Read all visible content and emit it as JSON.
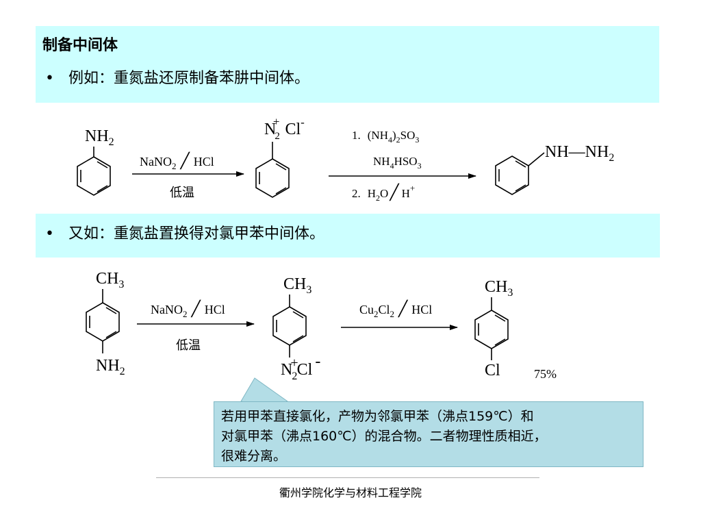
{
  "heading": "制备中间体",
  "bullet1": {
    "marker": "•",
    "text": "例如：重氮盐还原制备苯肼中间体。"
  },
  "bullet2": {
    "marker": "•",
    "text": "又如：重氮盐置换得对氯甲苯中间体。"
  },
  "scheme1": {
    "start": {
      "main": "NH",
      "sub": "2"
    },
    "step1_reagent": {
      "a": "NaNO",
      "a_sub": "2",
      "slash": "╱",
      "b": "HCl"
    },
    "step1_condition": "低温",
    "diazonium": {
      "n": "N",
      "n_sub": "2",
      "n_sup": "+",
      "cl": "Cl",
      "cl_sup": "-"
    },
    "step2": {
      "item1_num": "1.",
      "item1_a": "(NH",
      "item1_a_sub": "4",
      "item1_b": ")",
      "item1_b_sub": "2",
      "item1_c": "SO",
      "item1_c_sub": "3",
      "item1_line2_a": "NH",
      "item1_line2_a_sub": "4",
      "item1_line2_b": "HSO",
      "item1_line2_b_sub": "3",
      "item2_num": "2.",
      "item2_a": "H",
      "item2_a_sub": "2",
      "item2_b": "O",
      "item2_slash": "╱",
      "item2_c": "H",
      "item2_c_sup": "+"
    },
    "product": {
      "nh": "NH",
      "dash": "—",
      "nh2": "NH",
      "nh2_sub": "2"
    }
  },
  "scheme2": {
    "start": {
      "top": "CH",
      "top_sub": "3",
      "bottom": "NH",
      "bottom_sub": "2"
    },
    "step1_reagent": {
      "a": "NaNO",
      "a_sub": "2",
      "slash": "╱",
      "b": "HCl"
    },
    "step1_condition": "低温",
    "diazonium": {
      "top": "CH",
      "top_sub": "3",
      "n": "N",
      "n_sub": "2",
      "n_sup": "+",
      "cl": "Cl",
      "cl_sup": "-"
    },
    "step2_reagent": {
      "a": "Cu",
      "a_sub": "2",
      "b": "Cl",
      "b_sub": "2",
      "slash": "╱",
      "c": "HCl"
    },
    "product": {
      "top": "CH",
      "top_sub": "3",
      "bottom": "Cl"
    },
    "yield": "75%"
  },
  "callout": {
    "line1": "若用甲苯直接氯化，产物为邻氯甲苯（沸点159℃）和",
    "line2": "对氯甲苯（沸点160℃）的混合物。二者物理性质相近，",
    "line3": "很难分离。"
  },
  "footer": "衢州学院化学与材料工程学院"
}
